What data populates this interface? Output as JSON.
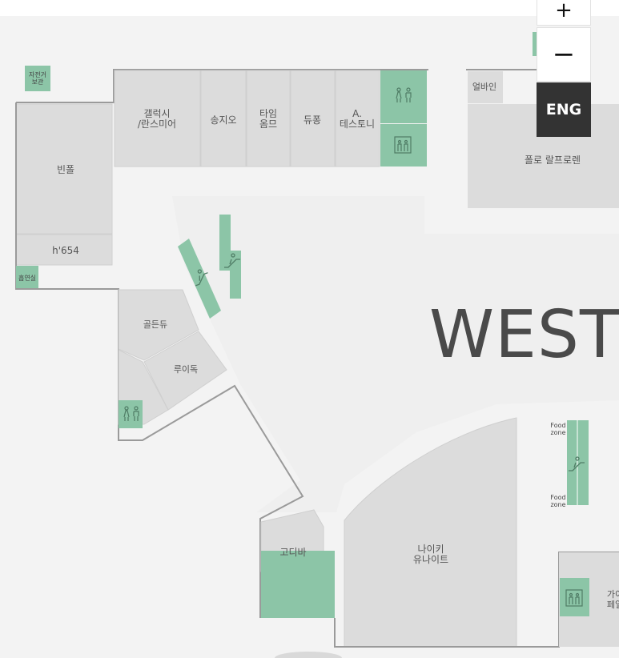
{
  "zone_label": "WEST",
  "controls": {
    "zoom_in": "+",
    "zoom_out": "−",
    "language": "ENG"
  },
  "stores": {
    "galaxy": "갤럭시\n/란스미어",
    "songjio": "송지오",
    "time_homme": "타임\n옴므",
    "dupont": "듀퐁",
    "a_testoni": "A.\n테스토니",
    "bean_pole": "빈폴",
    "h654": "h'654",
    "ermanno": "얼바인",
    "polo": "폴로 랄프로렌",
    "golden_goose": "골든듀",
    "louis_dog": "루이독",
    "godiva": "고디바",
    "nike": "나이키\n유나이트",
    "guy_laroche": "가이\n페일"
  },
  "facilities": {
    "bike_storage": "자전거\n보관",
    "smoking_room": "흡연실",
    "food_zone_top": "Food\nzone",
    "food_zone_bottom": "Food\nzone"
  },
  "colors": {
    "facility_green": "#8cc5a7",
    "store_fill": "#dcdcdc",
    "floor_fill": "#f3f3f3",
    "wall": "#9a9a9a",
    "button_dark": "#333333"
  },
  "icons": [
    "restroom-icon",
    "elevator-icon",
    "escalator-icon"
  ]
}
